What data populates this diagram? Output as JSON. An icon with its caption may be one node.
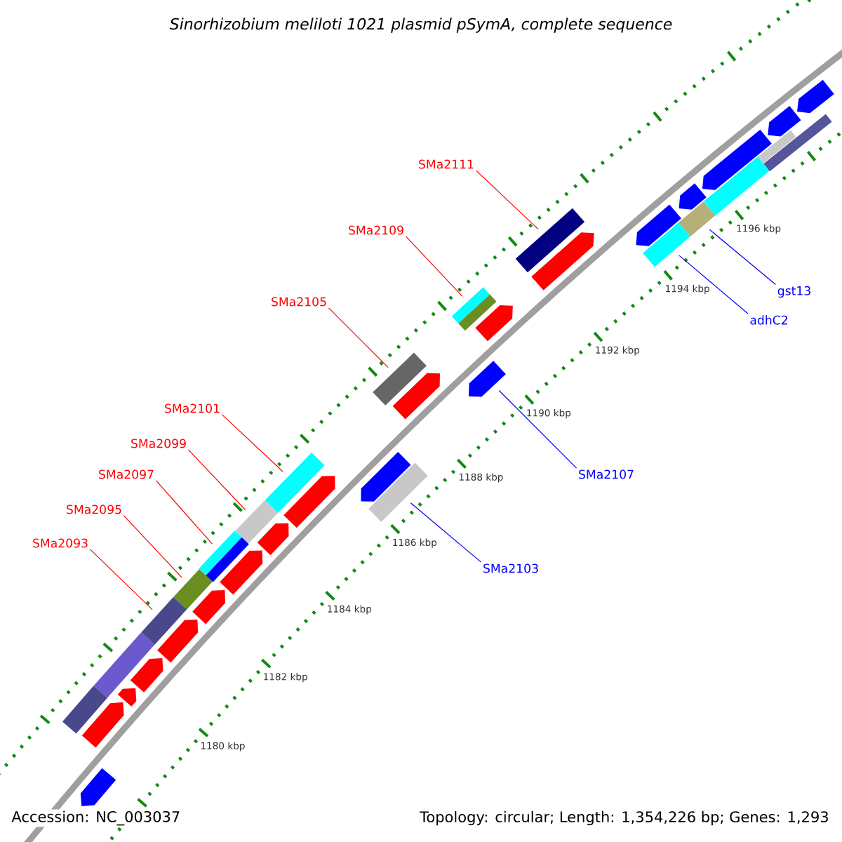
{
  "diagram": {
    "title": "Sinorhizobium meliloti 1021 plasmid pSymA, complete sequence",
    "nodes": [
      {
        "text": [
          "SMa2111"
        ]
      },
      {
        "text": [
          "SMa2109"
        ]
      },
      {
        "text": [
          "gst13"
        ]
      },
      {
        "text": [
          "SMa2105"
        ]
      },
      {
        "text": [
          "adhC2"
        ]
      },
      {
        "text": [
          "SMa2101"
        ]
      },
      {
        "text": [
          "SMa2099"
        ]
      },
      {
        "text": [
          "SMa2097"
        ]
      },
      {
        "text": [
          "SMa2107"
        ]
      },
      {
        "text": [
          "SMa2095"
        ]
      },
      {
        "text": [
          "SMa2093"
        ]
      },
      {
        "text": [
          "SMa2103"
        ]
      },
      {
        "text": [],
        "shape": "box"
      },
      {
        "text": [],
        "shape": "box"
      },
      {
        "text": [],
        "shape": "box"
      },
      {
        "text": [],
        "shape": "box"
      },
      {
        "text": [],
        "shape": "box"
      },
      {
        "text": [],
        "shape": "box"
      },
      {
        "text": [],
        "shape": "box"
      },
      {
        "text": [],
        "shape": "box"
      },
      {
        "text": [],
        "shape": "arrow"
      },
      {
        "text": [],
        "shape": "box"
      },
      {
        "text": [],
        "shape": "box"
      },
      {
        "text": [],
        "shape": "box"
      },
      {
        "text": [],
        "shape": "arrow"
      },
      {
        "text": [],
        "shape": "arrow"
      },
      {
        "text": [],
        "shape": "box"
      },
      {
        "text": [],
        "shape": "box"
      },
      {
        "text": [],
        "shape": "arrow"
      },
      {
        "text": [],
        "shape": "arrow"
      },
      {
        "text": [],
        "shape": "arrow"
      },
      {
        "text": [],
        "shape": "arrow"
      },
      {
        "text": [],
        "shape": "arrow"
      },
      {
        "text": [],
        "shape": "box"
      },
      {
        "text": [],
        "shape": "arrow"
      },
      {
        "text": [],
        "shape": "arrow"
      },
      {
        "text": [],
        "shape": "arrow"
      },
      {
        "text": [],
        "shape": "arrow"
      },
      {
        "text": [],
        "shape": "box"
      },
      {
        "text": [],
        "shape": "arrow"
      },
      {
        "text": [],
        "shape": "arrow"
      },
      {
        "text": [],
        "shape": "arrow"
      },
      {
        "text": [],
        "shape": "arrow"
      },
      {
        "text": [],
        "shape": "box"
      },
      {
        "text": [],
        "shape": "arrow"
      },
      {
        "text": [],
        "shape": "box"
      },
      {
        "text": [],
        "shape": "box"
      },
      {
        "text": [],
        "shape": "arrow"
      },
      {
        "text": [],
        "shape": "arrow"
      }
    ],
    "edges": [
      {
        "from": 0,
        "to": 12,
        "arrow": "none"
      },
      {
        "from": 1,
        "to": 13,
        "arrow": "none"
      },
      {
        "from": 2,
        "to": 14,
        "arrow": "none",
        "color": "#0000ff"
      },
      {
        "from": 3,
        "to": 15,
        "arrow": "none"
      },
      {
        "from": 4,
        "to": 16,
        "arrow": "none",
        "color": "#0000ff"
      },
      {
        "from": 5,
        "to": 17,
        "arrow": "none"
      },
      {
        "from": 6,
        "to": 18,
        "arrow": "none"
      },
      {
        "from": 7,
        "to": 19,
        "arrow": "none"
      },
      {
        "from": 8,
        "to": 20,
        "arrow": "none",
        "color": "#0000ff"
      },
      {
        "from": 9,
        "to": 21,
        "arrow": "none"
      },
      {
        "from": 10,
        "to": 22,
        "arrow": "none"
      },
      {
        "from": 11,
        "to": 23,
        "arrow": "none",
        "color": "#0000ff"
      }
    ],
    "labels": [
      "1196 kbp",
      "1194 kbp",
      "1192 kbp",
      "1190 kbp",
      "1188 kbp",
      "1186 kbp",
      "1184 kbp",
      "1182 kbp",
      "1180 kbp",
      "Accession: NC_003037",
      "Topology: circular; Length: 1,354,226 bp; Genes: 1,293"
    ]
  }
}
